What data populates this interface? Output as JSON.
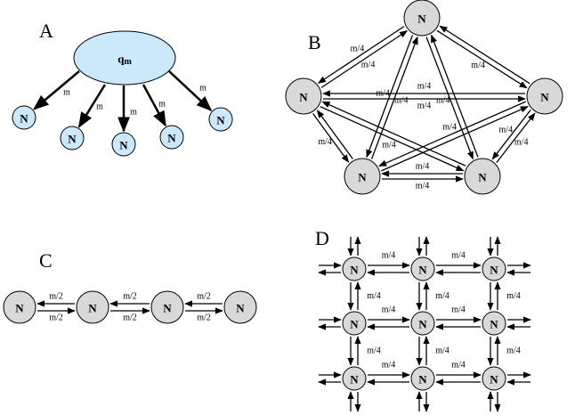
{
  "colors": {
    "hub_fill": "#cce9fb",
    "leaf_fill": "#cce9fb",
    "node_fill": "#d9d9d9",
    "stroke": "#000000"
  },
  "panels": {
    "a": "A",
    "b": "B",
    "c": "C",
    "d": "D"
  },
  "node_label": "N",
  "panel_a": {
    "hub_label": "q",
    "hub_subscript": "m",
    "edge_label": "m",
    "leaf_count": 5
  },
  "panel_b": {
    "edge_label": "m/4",
    "node_count": 5
  },
  "panel_c": {
    "edge_label": "m/2",
    "node_count": 4
  },
  "panel_d": {
    "edge_label": "m/4",
    "rows": 3,
    "cols": 3
  }
}
